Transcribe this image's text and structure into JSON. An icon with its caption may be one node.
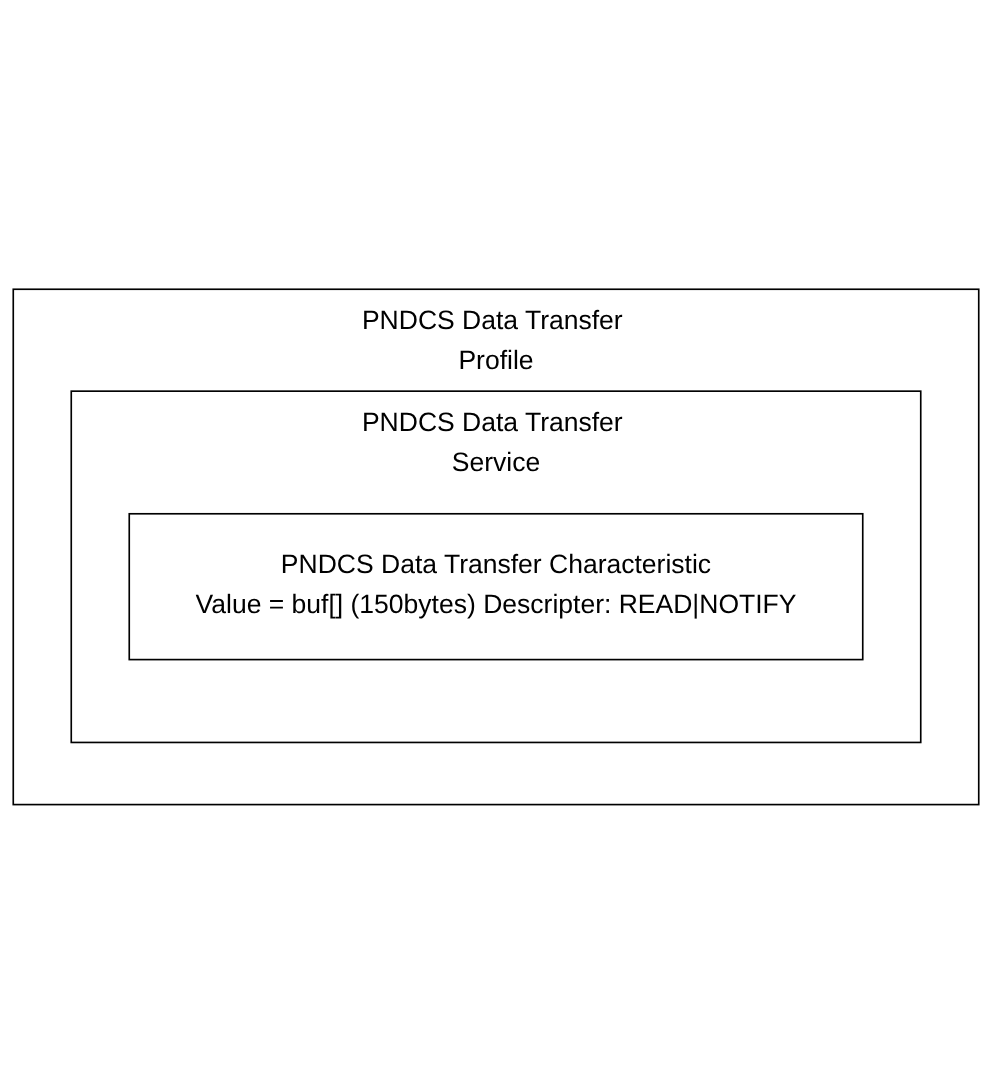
{
  "diagram": {
    "nodes": [
      {
        "text": [
          "PNDCS Data Transfer Profile"
        ]
      },
      {
        "text": [
          "PNDCS Data Transfer Service"
        ],
        "in": 0
      },
      {
        "text": [
          "PNDCS Data Transfer Characteristic",
          "Value = buf[] (150bytes) Descripter: READ|NOTIFY"
        ],
        "in": 1
      }
    ]
  }
}
